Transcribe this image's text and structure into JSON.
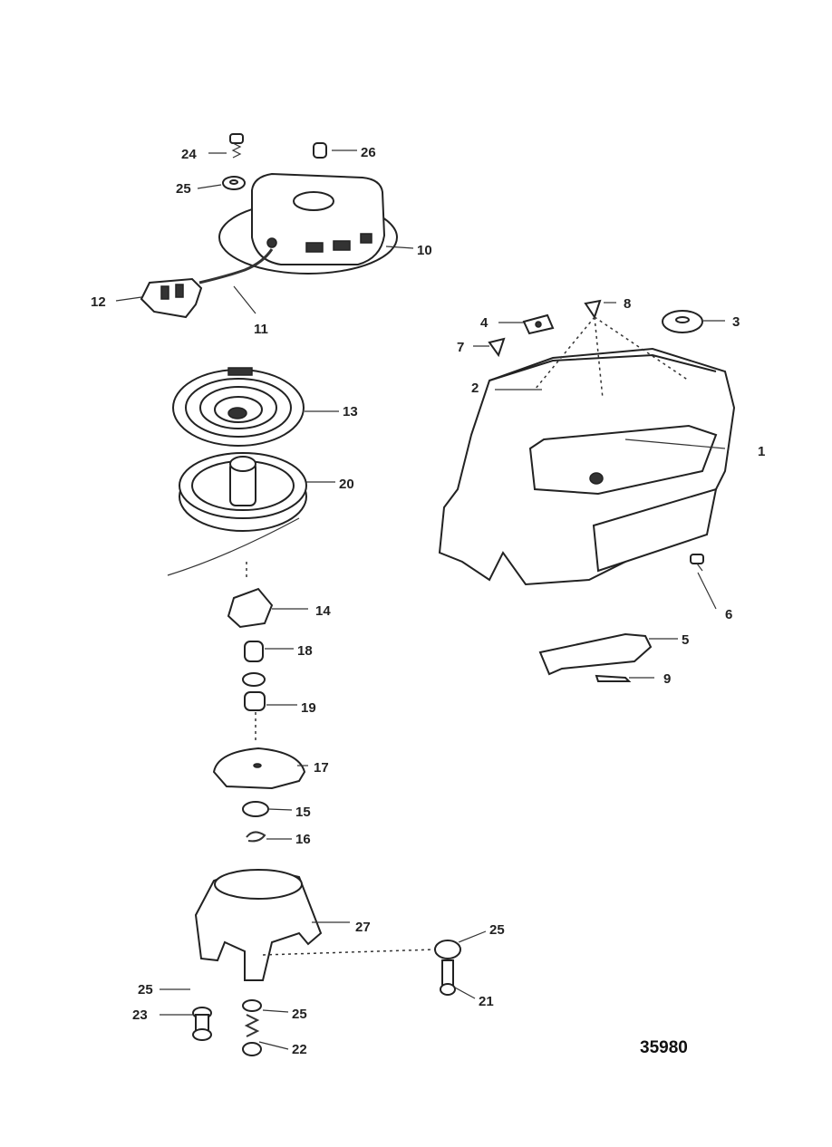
{
  "figure_number": "35980",
  "callouts": [
    {
      "id": "c1",
      "label": "1"
    },
    {
      "id": "c2",
      "label": "2"
    },
    {
      "id": "c3",
      "label": "3"
    },
    {
      "id": "c4",
      "label": "4"
    },
    {
      "id": "c5",
      "label": "5"
    },
    {
      "id": "c6",
      "label": "6"
    },
    {
      "id": "c7",
      "label": "7"
    },
    {
      "id": "c8",
      "label": "8"
    },
    {
      "id": "c9",
      "label": "9"
    },
    {
      "id": "c10",
      "label": "10"
    },
    {
      "id": "c11",
      "label": "11"
    },
    {
      "id": "c12",
      "label": "12"
    },
    {
      "id": "c13",
      "label": "13"
    },
    {
      "id": "c14",
      "label": "14"
    },
    {
      "id": "c15",
      "label": "15"
    },
    {
      "id": "c16",
      "label": "16"
    },
    {
      "id": "c17",
      "label": "17"
    },
    {
      "id": "c18",
      "label": "18"
    },
    {
      "id": "c19",
      "label": "19"
    },
    {
      "id": "c20",
      "label": "20"
    },
    {
      "id": "c21",
      "label": "21"
    },
    {
      "id": "c22",
      "label": "22"
    },
    {
      "id": "c23",
      "label": "23"
    },
    {
      "id": "c24",
      "label": "24"
    },
    {
      "id": "c25a",
      "label": "25"
    },
    {
      "id": "c25b",
      "label": "25"
    },
    {
      "id": "c25c",
      "label": "25"
    },
    {
      "id": "c25d",
      "label": "25"
    },
    {
      "id": "c26",
      "label": "26"
    },
    {
      "id": "c27",
      "label": "27"
    }
  ]
}
